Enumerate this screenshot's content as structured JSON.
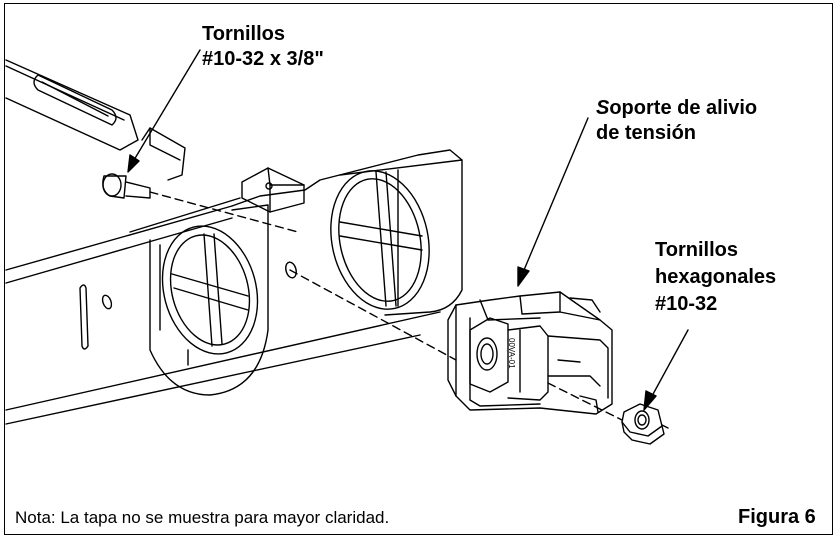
{
  "labels": {
    "screws": {
      "line1": "Tornillos",
      "line2": "#10-32 x 3/8\""
    },
    "bracket": {
      "first_letter": "S",
      "line1_rest": "oporte de alivio",
      "line2": "de tensión"
    },
    "hex_nuts": {
      "line1": "Tornillos",
      "line2": "hexagonales",
      "line3": "#10-32"
    }
  },
  "part_marking": "00VA-01",
  "note": "Nota: La tapa no se muestra para mayor claridad.",
  "figure_label": "Figura 6"
}
